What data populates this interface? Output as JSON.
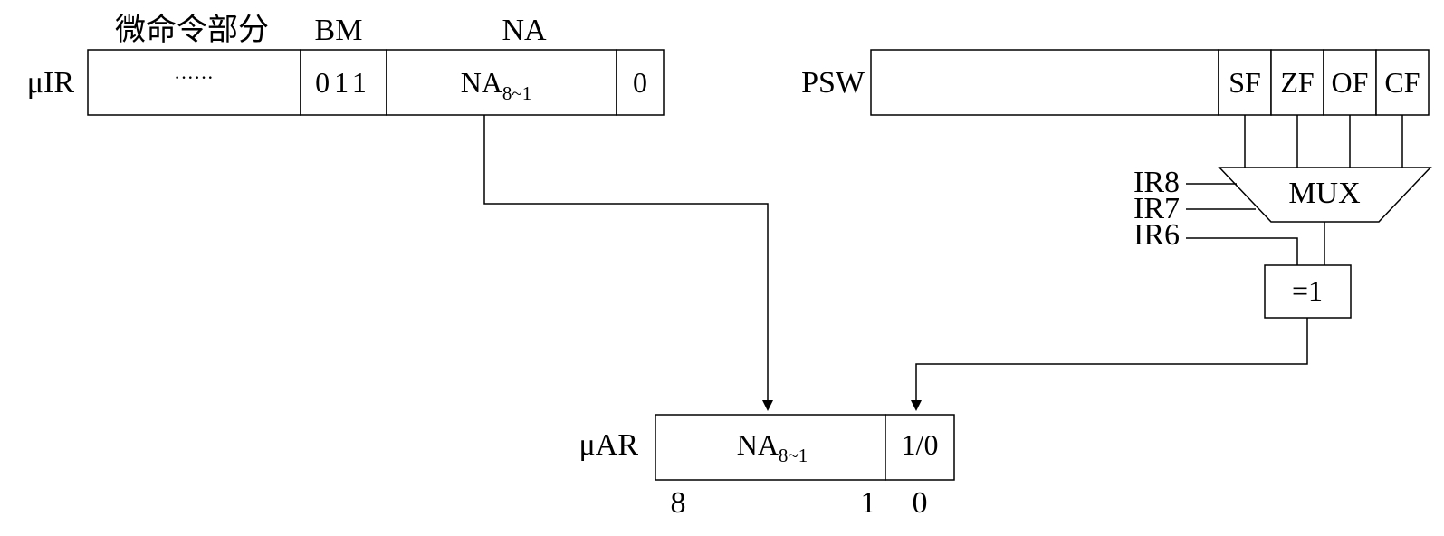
{
  "header_labels": {
    "micro_command": "微命令部分",
    "bm": "BM",
    "na": "NA"
  },
  "uir": {
    "label": "μIR",
    "dots": "······",
    "bm_value": "011",
    "na_main": "NA",
    "na_sub": "8~1",
    "last_bit": "0"
  },
  "psw": {
    "label": "PSW",
    "flags": [
      "SF",
      "ZF",
      "OF",
      "CF"
    ]
  },
  "mux": {
    "label": "MUX",
    "inputs": [
      "IR8",
      "IR7",
      "IR6"
    ]
  },
  "xor_gate": {
    "label": "=1"
  },
  "uar": {
    "label": "μAR",
    "na_main": "NA",
    "na_sub": "8~1",
    "low_bit": "1/0",
    "bit_labels": [
      "8",
      "1",
      "0"
    ]
  }
}
